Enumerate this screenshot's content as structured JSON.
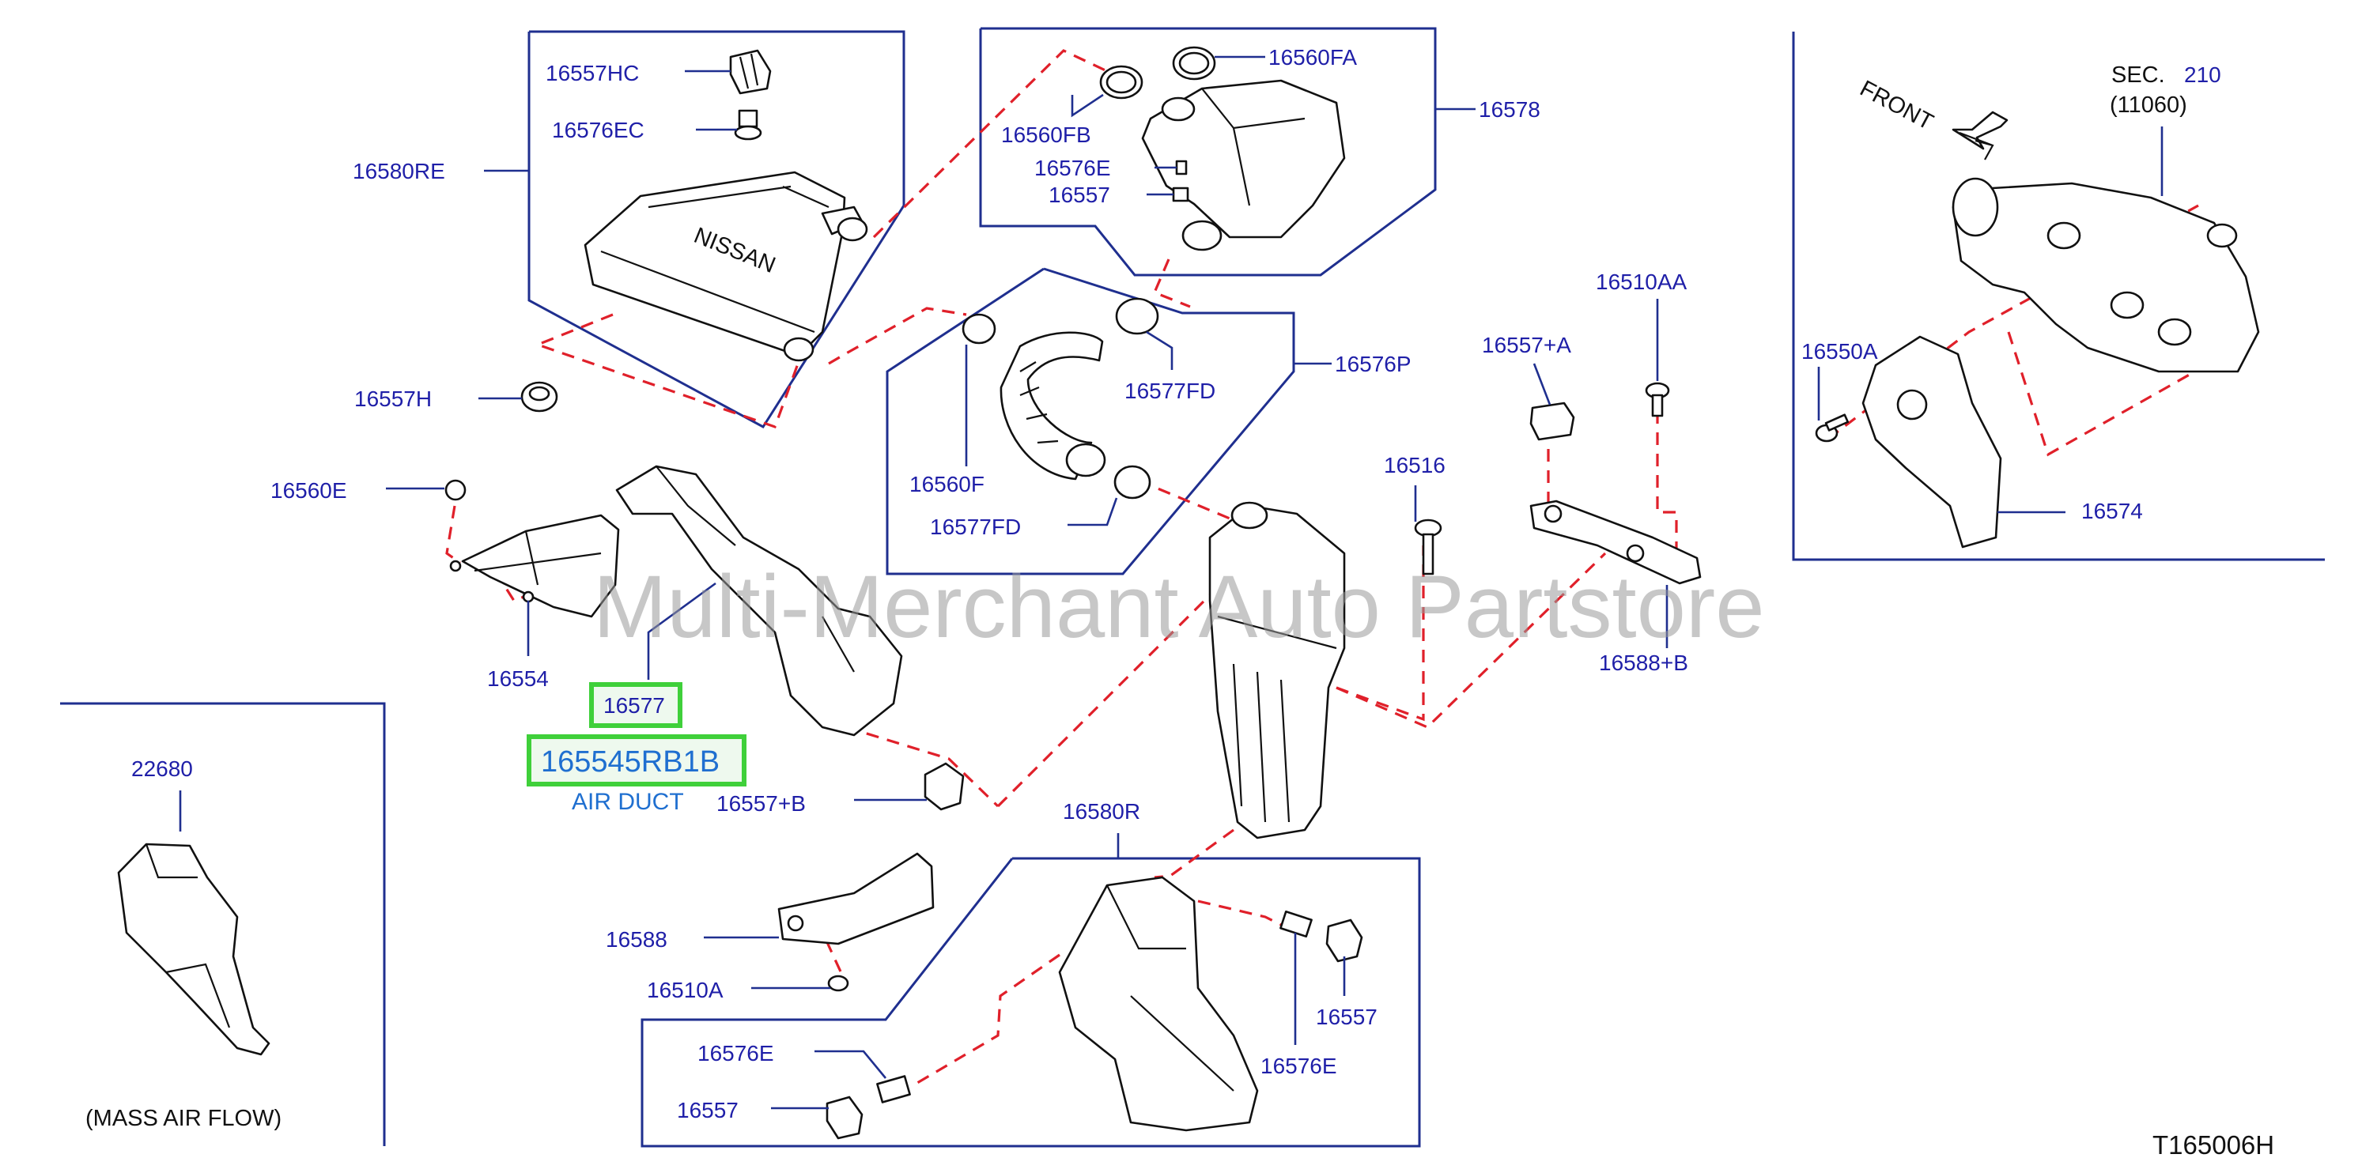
{
  "diagram_code": "T165006H",
  "watermark": "Multi-Merchant Auto Partstore",
  "highlight": {
    "part": "16577",
    "code": "165545RB1B",
    "name": "AIR DUCT"
  },
  "section_ref": {
    "sec": "SEC.",
    "num": "210",
    "code": "(11060)",
    "front": "FRONT"
  },
  "maf_caption": "(MASS   AIR   FLOW)",
  "brand_mark": "NISSAN",
  "labels": {
    "p16557HC": "16557HC",
    "p16576EC": "16576EC",
    "p16580RE": "16580RE",
    "p16557H": "16557H",
    "p16560FA": "16560FA",
    "p16560FB": "16560FB",
    "p16576E_top": "16576E",
    "p16557_top": "16557",
    "p16578": "16578",
    "p16576P": "16576P",
    "p16577FD_a": "16577FD",
    "p16560F": "16560F",
    "p16577FD_b": "16577FD",
    "p16560E": "16560E",
    "p16554": "16554",
    "p16557B": "16557+B",
    "p22680": "22680",
    "p16516": "16516",
    "p16557A": "16557+A",
    "p16510AA": "16510AA",
    "p16588B": "16588+B",
    "p16550A": "16550A",
    "p16574": "16574",
    "p16580R": "16580R",
    "p16588": "16588",
    "p16510A": "16510A",
    "p16576E_bl": "16576E",
    "p16557_bl": "16557",
    "p16557_br": "16557",
    "p16576E_br": "16576E"
  },
  "colors": {
    "label": "#1f1fa8",
    "frame": "#1f2f8f",
    "dashed": "#e0202a",
    "highlight": "#3fd03a",
    "accent": "#1f6fd0"
  }
}
